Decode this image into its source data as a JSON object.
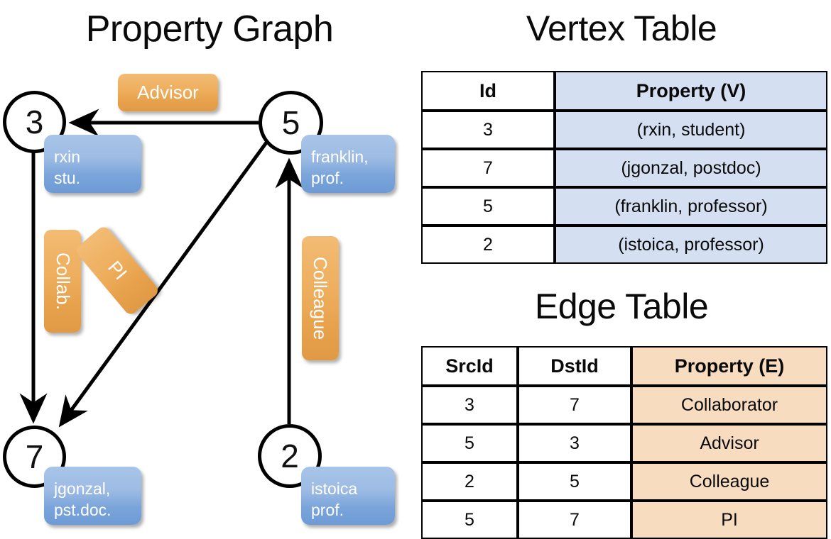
{
  "graph": {
    "title": "Property Graph",
    "nodes": [
      {
        "id": "3",
        "prop_lines": [
          "rxin",
          "stu."
        ]
      },
      {
        "id": "5",
        "prop_lines": [
          "franklin,",
          "prof."
        ]
      },
      {
        "id": "7",
        "prop_lines": [
          "jgonzal,",
          "pst.doc."
        ]
      },
      {
        "id": "2",
        "prop_lines": [
          "istoica",
          "prof."
        ]
      }
    ],
    "edge_labels": [
      {
        "name": "advisor",
        "text": "Advisor"
      },
      {
        "name": "collab",
        "text": "Collab."
      },
      {
        "name": "pi",
        "text": "PI"
      },
      {
        "name": "colleague",
        "text": "Colleague"
      }
    ],
    "colors": {
      "node_fill": "#ffffff",
      "node_stroke": "#000000",
      "vertex_prop_box": "#7aa4da",
      "edge_label_box": "#eeae5d",
      "edge_line": "#000000"
    }
  },
  "vertex_table": {
    "title": "Vertex Table",
    "headers": [
      "Id",
      "Property (V)"
    ],
    "rows": [
      {
        "id": "3",
        "property": "(rxin, student)"
      },
      {
        "id": "7",
        "property": "(jgonzal, postdoc)"
      },
      {
        "id": "5",
        "property": "(franklin, professor)"
      },
      {
        "id": "2",
        "property": "(istoica, professor)"
      }
    ],
    "property_column_color": "#d4dff2"
  },
  "edge_table": {
    "title": "Edge Table",
    "headers": [
      "SrcId",
      "DstId",
      "Property (E)"
    ],
    "rows": [
      {
        "src": "3",
        "dst": "7",
        "property": "Collaborator"
      },
      {
        "src": "5",
        "dst": "3",
        "property": "Advisor"
      },
      {
        "src": "2",
        "dst": "5",
        "property": "Colleague"
      },
      {
        "src": "5",
        "dst": "7",
        "property": "PI"
      }
    ],
    "property_column_color": "#f7dcc0"
  }
}
